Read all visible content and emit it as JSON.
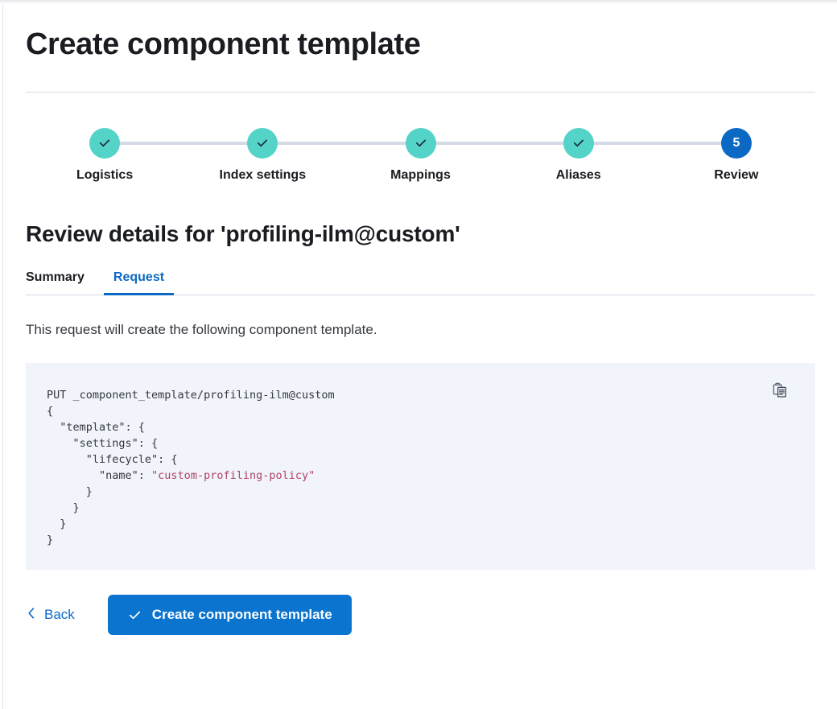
{
  "page": {
    "title": "Create component template"
  },
  "stepper": {
    "steps": [
      {
        "label": "Logistics",
        "state": "complete",
        "indicator": "check-icon"
      },
      {
        "label": "Index settings",
        "state": "complete",
        "indicator": "check-icon"
      },
      {
        "label": "Mappings",
        "state": "complete",
        "indicator": "check-icon"
      },
      {
        "label": "Aliases",
        "state": "complete",
        "indicator": "check-icon"
      },
      {
        "label": "Review",
        "state": "current",
        "indicator": "5"
      }
    ],
    "complete_color": "#54d3c8",
    "current_color": "#0b69c4",
    "connector_color": "#d3dae6"
  },
  "review": {
    "section_title": "Review details for 'profiling-ilm@custom'",
    "tabs": [
      {
        "label": "Summary",
        "active": false
      },
      {
        "label": "Request",
        "active": true
      }
    ],
    "active_tab_color": "#0b69c4"
  },
  "request": {
    "description": "This request will create the following component template.",
    "code_method_and_path": "PUT _component_template/profiling-ilm@custom",
    "code_lines": [
      "PUT _component_template/profiling-ilm@custom",
      "{",
      "  \"template\": {",
      "    \"settings\": {",
      "      \"lifecycle\": {",
      "        \"name\": \"custom-profiling-policy\"",
      "      }",
      "    }",
      "  }",
      "}"
    ],
    "json_body": {
      "template": {
        "settings": {
          "lifecycle": {
            "name": "custom-profiling-policy"
          }
        }
      }
    },
    "string_value_color": "#b0426a",
    "code_background": "#f1f4fa",
    "copy_icon": "copy-clipboard-icon"
  },
  "actions": {
    "back_label": "Back",
    "back_icon": "chevron-left-icon",
    "create_label": "Create component template",
    "create_icon": "check-icon",
    "primary_color": "#0b74cf"
  }
}
